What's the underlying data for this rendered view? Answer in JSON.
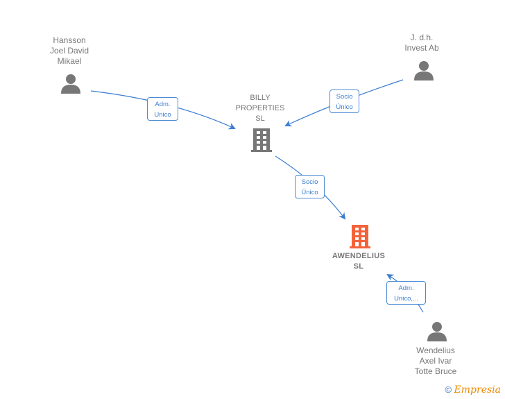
{
  "nodes": [
    {
      "id": "hansson",
      "type": "person",
      "label": "Hansson\nJoel David\nMikael"
    },
    {
      "id": "jdh",
      "type": "person",
      "label": "J. d.h.\nInvest Ab"
    },
    {
      "id": "billy",
      "type": "company",
      "label": "BILLY\nPROPERTIES\nSL"
    },
    {
      "id": "awendelius",
      "type": "company-focus",
      "label": "AWENDELIUS\nSL"
    },
    {
      "id": "wendelius",
      "type": "person",
      "label": "Wendelius\nAxel Ivar\nTotte Bruce"
    }
  ],
  "edges": [
    {
      "from": "hansson",
      "to": "billy",
      "label": "Adm.\nUnico"
    },
    {
      "from": "jdh",
      "to": "billy",
      "label": "Socio\nÚnico"
    },
    {
      "from": "billy",
      "to": "awendelius",
      "label": "Socio\nÚnico"
    },
    {
      "from": "wendelius",
      "to": "awendelius",
      "label": "Adm.\nUnico,..."
    }
  ],
  "colors": {
    "edge": "#3b7dd0",
    "person_icon": "#777777",
    "company_icon": "#777777",
    "focus_icon": "#f4623a"
  },
  "footer": {
    "copyright": "©",
    "brand": "Empresia"
  }
}
